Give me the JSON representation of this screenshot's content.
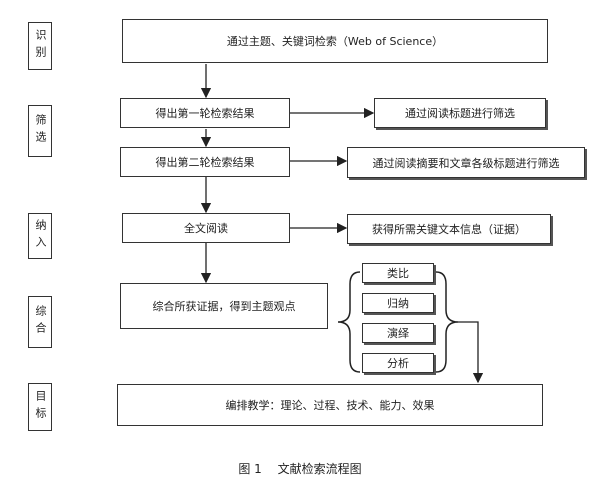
{
  "stages": [
    "识别",
    "筛选",
    "纳入",
    "综合",
    "目标"
  ],
  "main_steps": {
    "identify": "通过主题、关键词检索（Web of Science）",
    "first_round": "得出第一轮检索结果",
    "second_round": "得出第二轮检索结果",
    "full_read": "全文阅读",
    "synthesize": "综合所获证据，得到主题观点",
    "goal": "编排教学：理论、过程、技术、能力、效果"
  },
  "side_steps": {
    "first_filter": "通过阅读标题进行筛选",
    "second_filter": "通过阅读摘要和文章各级标题进行筛选",
    "evidence": "获得所需关键文本信息（证据）"
  },
  "methods": [
    "类比",
    "归纳",
    "演绎",
    "分析"
  ],
  "caption": {
    "label": "图 1",
    "title": "文献检索流程图"
  }
}
